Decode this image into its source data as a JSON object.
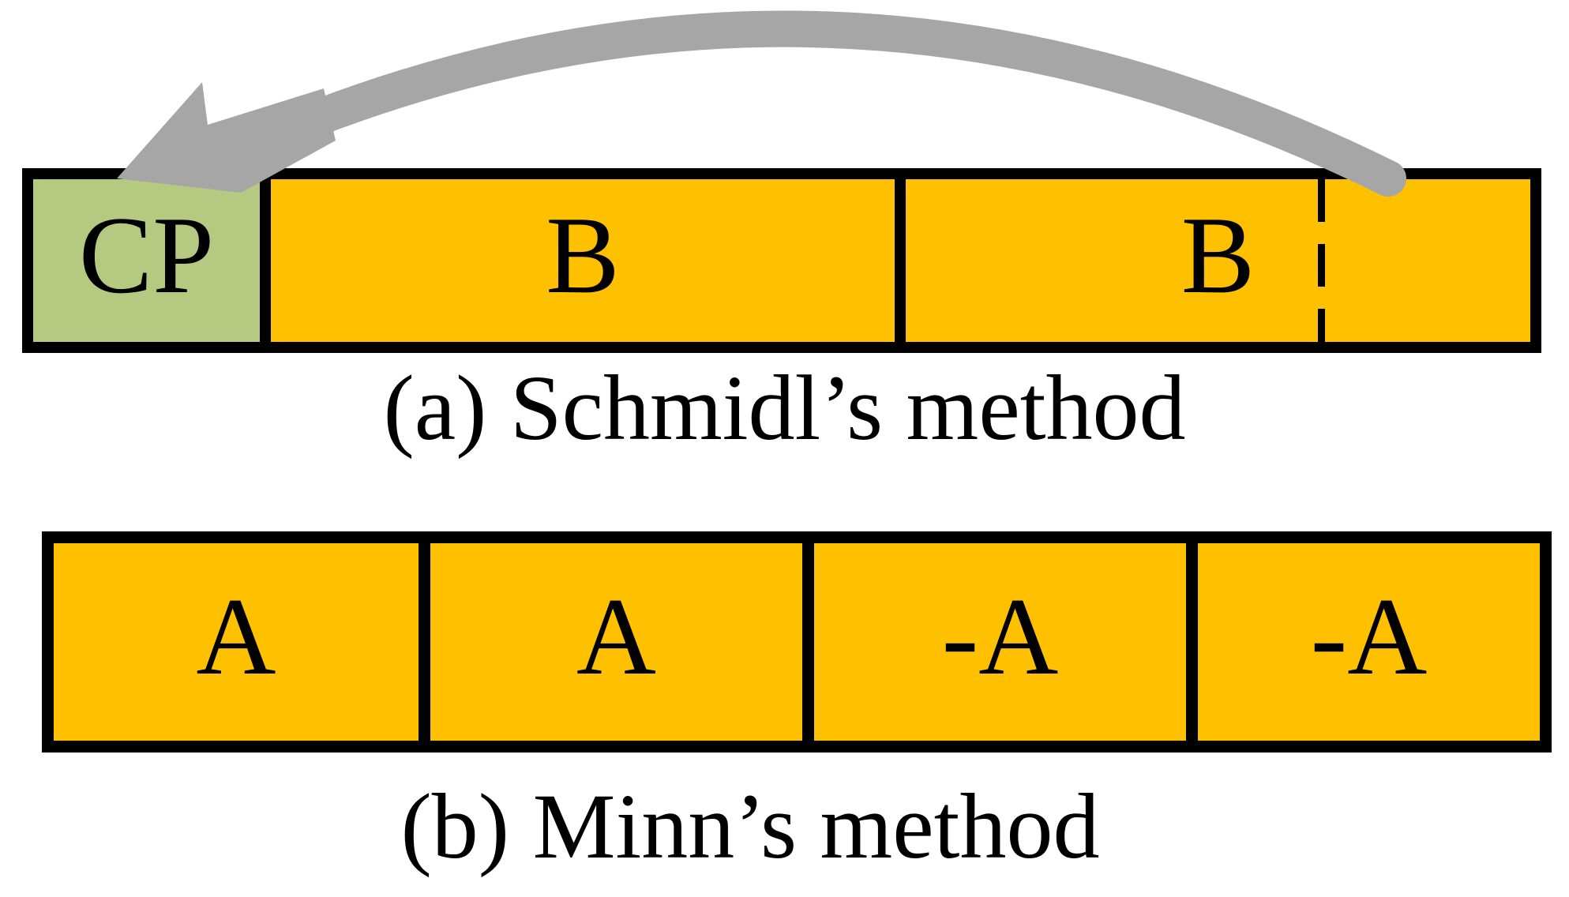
{
  "schmidl": {
    "caption": "(a) Schmidl’s method",
    "segments": [
      {
        "label": "CP"
      },
      {
        "label": "B"
      },
      {
        "label": "B"
      }
    ]
  },
  "minn": {
    "caption": "(b) Minn’s method",
    "segments": [
      {
        "label": "A"
      },
      {
        "label": "A"
      },
      {
        "label": "-A"
      },
      {
        "label": "-A"
      }
    ]
  },
  "icons": {
    "arrow": "curved-copy-arrow"
  },
  "colors": {
    "block_fill": "#FFC000",
    "cp_fill": "#B5C981",
    "arrow_gray": "#A6A6A6",
    "outline": "#000000"
  }
}
